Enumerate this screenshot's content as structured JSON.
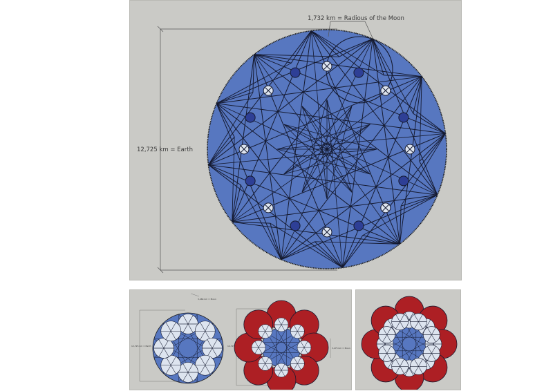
{
  "main": {
    "earth_label": "12,725 km = Earth",
    "moon_label": "1,732 km = Radious of the Moon"
  },
  "bottom_left": {
    "moon_label": "3,464 km = Moon",
    "earth_label": "12,725 km = Earth",
    "earth_label_2": "12,725 km",
    "moon_label_2": "3,475 km = Moon"
  },
  "colors": {
    "earth_blue": "#5777c0",
    "line": "#151a30",
    "moon_dot_dark": "#2e3f96",
    "moon_light": "#dde4ef",
    "red": "#ad1f24",
    "background": "#cacac6"
  },
  "icons": [
    "earth-disc",
    "moon-circle",
    "crossed-moon-marker",
    "dark-moon-dot"
  ]
}
